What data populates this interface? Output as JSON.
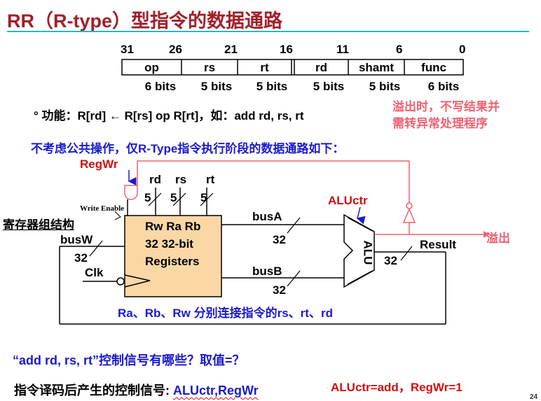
{
  "slide": {
    "title": "RR（R-type）型指令的数据通路",
    "page_number": "24"
  },
  "format": {
    "bit_positions": [
      "31",
      "26",
      "21",
      "16",
      "11",
      "6",
      "0"
    ],
    "fields": [
      {
        "name": "op",
        "bits": "6 bits"
      },
      {
        "name": "rs",
        "bits": "5 bits"
      },
      {
        "name": "rt",
        "bits": "5 bits"
      },
      {
        "name": "rd",
        "bits": "5 bits"
      },
      {
        "name": "shamt",
        "bits": "5 bits"
      },
      {
        "name": "func",
        "bits": "6 bits"
      }
    ]
  },
  "function_line": "°  功能：R[rd] ← R[rs] op R[rt]，如：add    rd, rs, rt",
  "overflow_note": [
    "溢出时，不写结果并",
    "需转异常处理程序"
  ],
  "subtitle": "不考虑公共操作，仅R-Type指令执行阶段的数据通路如下：",
  "datapath": {
    "regwr": "RegWr",
    "write_enable": "Write Enable",
    "regfile_caption": "寄存器组结构",
    "port_labels": [
      "rd",
      "rs",
      "rt"
    ],
    "port_widths": [
      "5",
      "5",
      "5"
    ],
    "regfile_lines": [
      "Rw  Ra  Rb",
      "32 32-bit",
      "Registers"
    ],
    "busw": "busW",
    "busw_width": "32",
    "clk": "Clk",
    "busa": "busA",
    "busa_width": "32",
    "busb": "busB",
    "busb_width": "32",
    "aluctr": "ALUctr",
    "alu": "ALU",
    "alu_out_width": "32",
    "result": "Result",
    "overflow": "溢出",
    "mapping_note": "Ra、Rb、Rw 分别连接指令的rs、rt、rd"
  },
  "question": "“add rd, rs, rt”控制信号有哪些？取值=？",
  "control_label": "指令译码后产生的控制信号: ",
  "control_signals": "ALUctr,RegWr",
  "answer": "ALUctr=add，RegWr=1",
  "colors": {
    "title": "#a0202a",
    "rule": "#26b7c8",
    "blue_text": "#1a1ad0",
    "red_text": "#d01010",
    "pink": "#f06070",
    "regfile_fill": "#fbd7a6"
  }
}
